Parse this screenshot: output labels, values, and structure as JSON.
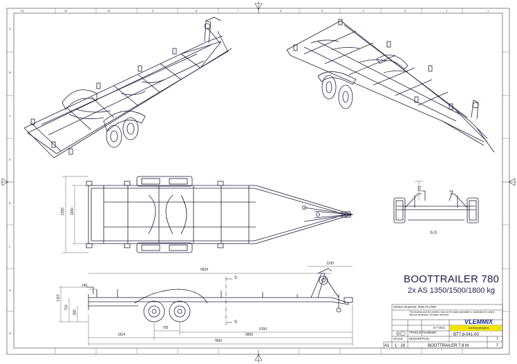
{
  "title_block": {
    "title": "BOOTTRAILER 780",
    "subtitle": "2x AS 1350/1500/1800 kg",
    "surface_treatment": "Surface treatment: ZINK PLATED",
    "drawing_number": "BT7.8-041-00",
    "description_label": "DESCRIPTION",
    "description": "BOOTTRAILER 7.8 M",
    "scale_label": "SCALE",
    "scale": "1 : 18",
    "sheet_size": "A1",
    "sheet_count": "1",
    "sheet_number": "2",
    "date": "5-7-2013",
    "company": "VLEMMIX",
    "company_tagline": "aanhangwagens",
    "product_number_label": "PRODUCTNUMMER",
    "notice": "This drawing and its contents may not be made accessible or duplicated for others without permission. All rights reserved."
  },
  "views": {
    "section_label": "S-S",
    "section_marker": "S"
  },
  "dimensions": {
    "plan_width_outer": "2300",
    "plan_width_inner": "1840",
    "side_height_total": "1110",
    "side_height_mid": "750",
    "side_height_low": "380",
    "side_offset_left": "140",
    "side_length_upper": "6824",
    "side_length_drawbar": "1230",
    "wheel_offset": "700",
    "axle_to_coupling": "5150",
    "bottom_a": "1914",
    "bottom_b": "5850",
    "overall_length": "7800",
    "section_height": "221"
  },
  "border": {
    "top_cols": [
      "12",
      "11",
      "10",
      "9",
      "8",
      "7",
      "6",
      "5",
      "4",
      "3",
      "2",
      "1"
    ],
    "rows": [
      "A",
      "B",
      "C",
      "D",
      "E",
      "F",
      "G",
      "H"
    ]
  }
}
